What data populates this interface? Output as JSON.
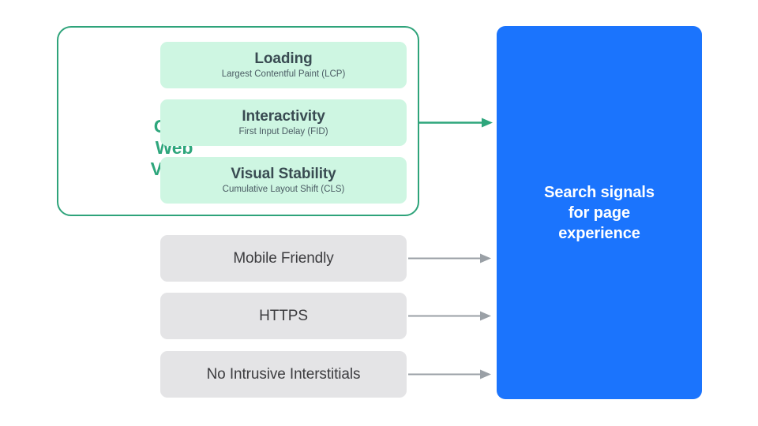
{
  "diagram": {
    "title": "Search signals for page experience",
    "colors": {
      "green_accent": "#2EA67C",
      "mint_card": "#CEF6E2",
      "gray_card": "#E4E4E6",
      "blue_panel": "#1B74FD",
      "arrow_gray": "#9AA0A6",
      "text_dark": "#394B52",
      "white": "#FFFFFF"
    }
  },
  "core_web_vitals": {
    "label": "Core Web Vitals",
    "label_lines": [
      "Core",
      "Web",
      "Vitals"
    ],
    "metrics": [
      {
        "title": "Loading",
        "subtitle": "Largest Contentful Paint (LCP)"
      },
      {
        "title": "Interactivity",
        "subtitle": "First Input Delay (FID)"
      },
      {
        "title": "Visual Stability",
        "subtitle": "Cumulative Layout Shift (CLS)"
      }
    ]
  },
  "other_signals": [
    {
      "label": "Mobile Friendly"
    },
    {
      "label": "HTTPS"
    },
    {
      "label": "No Intrusive Interstitials"
    }
  ],
  "destination": {
    "text": "Search signals\nfor page\nexperience"
  },
  "arrows": [
    {
      "name": "core-web-vitals-to-destination",
      "color": "#2EA67C"
    },
    {
      "name": "mobile-friendly-to-destination",
      "color": "#9AA0A6"
    },
    {
      "name": "https-to-destination",
      "color": "#9AA0A6"
    },
    {
      "name": "no-intrusive-interstitials-to-destination",
      "color": "#9AA0A6"
    }
  ]
}
